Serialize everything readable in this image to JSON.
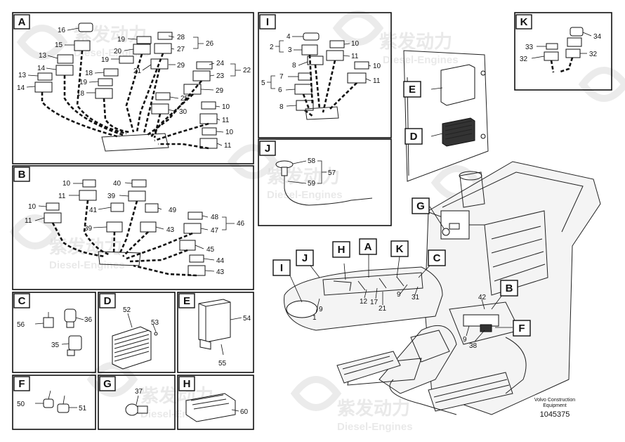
{
  "watermark": {
    "cn": "紫发动力",
    "en": "Diesel-Engines"
  },
  "footer": {
    "brand_line1": "Volvo Construction",
    "brand_line2": "Equipment",
    "figure_number": "1045375"
  },
  "panels": {
    "A": {
      "tag": "A",
      "callouts": {
        "c16": "16",
        "c15": "15",
        "c13a": "13",
        "c14a": "14",
        "c13b": "13",
        "c14b": "14",
        "c19a": "19",
        "c20": "20",
        "c28": "28",
        "c27": "27",
        "c26": "26",
        "c19b": "19",
        "c21": "21",
        "c29a": "29",
        "c24": "24",
        "c23": "23",
        "c22": "22",
        "c18a": "18",
        "c19c": "19",
        "c18b": "18",
        "c29b": "29",
        "c25": "25",
        "c30": "30",
        "c10a": "10",
        "c11a": "11",
        "c10b": "10",
        "c11b": "11"
      }
    },
    "B": {
      "tag": "B",
      "callouts": {
        "c10a": "10",
        "c40": "40",
        "c11a": "11",
        "c39a": "39",
        "c10b": "10",
        "c41": "41",
        "c49": "49",
        "c11b": "11",
        "c48": "48",
        "c46": "46",
        "c39b": "39",
        "c43a": "43",
        "c47": "47",
        "c45": "45",
        "c44": "44",
        "c43b": "43"
      }
    },
    "C": {
      "tag": "C",
      "callouts": {
        "c56": "56",
        "c36": "36",
        "c35": "35"
      }
    },
    "D": {
      "tag": "D",
      "callouts": {
        "c52": "52",
        "c53": "53"
      }
    },
    "E": {
      "tag": "E",
      "callouts": {
        "c54": "54",
        "c55": "55"
      }
    },
    "F": {
      "tag": "F",
      "callouts": {
        "c50": "50",
        "c51": "51"
      }
    },
    "G": {
      "tag": "G",
      "callouts": {
        "c37": "37"
      }
    },
    "H": {
      "tag": "H",
      "callouts": {
        "c60": "60"
      }
    },
    "I": {
      "tag": "I",
      "callouts": {
        "c2": "2",
        "c4": "4",
        "c3": "3",
        "c10a": "10",
        "c11a": "11",
        "c8a": "8",
        "c10b": "10",
        "c11b": "11",
        "c5": "5",
        "c7": "7",
        "c6": "6",
        "c8b": "8"
      }
    },
    "J": {
      "tag": "J",
      "callouts": {
        "c58": "58",
        "c57": "57",
        "c59": "59"
      }
    },
    "K": {
      "tag": "K",
      "callouts": {
        "c34": "34",
        "c33": "33",
        "c32a": "32",
        "c32b": "32"
      }
    }
  },
  "overview": {
    "tags": {
      "E": "E",
      "D": "D",
      "G": "G",
      "I": "I",
      "J": "J",
      "H": "H",
      "A": "A",
      "K": "K",
      "C": "C",
      "B": "B",
      "F": "F"
    },
    "callouts": {
      "c1": "1",
      "c9a": "9",
      "c12": "12",
      "c17": "17",
      "c21": "21",
      "c9b": "9",
      "c31": "31",
      "c42": "42",
      "c9c": "9",
      "c38": "38"
    }
  }
}
